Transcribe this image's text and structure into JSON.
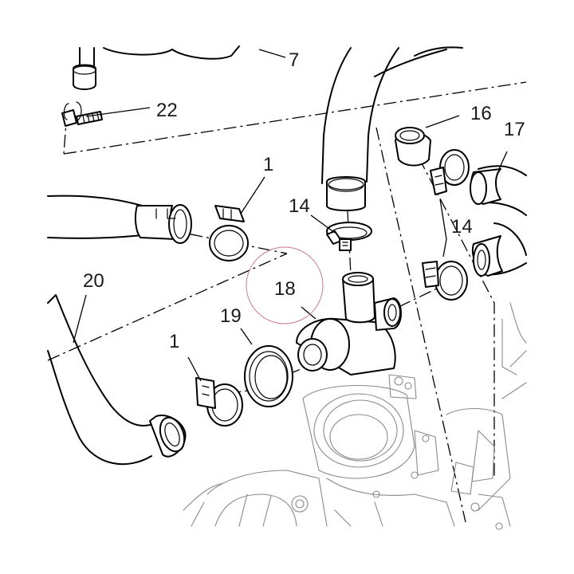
{
  "diagram": {
    "callouts": [
      {
        "id": "c7",
        "label": "7"
      },
      {
        "id": "c22",
        "label": "22"
      },
      {
        "id": "c16",
        "label": "16"
      },
      {
        "id": "c17",
        "label": "17"
      },
      {
        "id": "c1a",
        "label": "1"
      },
      {
        "id": "c14a",
        "label": "14"
      },
      {
        "id": "c14b",
        "label": "14"
      },
      {
        "id": "c20",
        "label": "20"
      },
      {
        "id": "c18",
        "label": "18"
      },
      {
        "id": "c19",
        "label": "19"
      },
      {
        "id": "c1b",
        "label": "1"
      }
    ],
    "highlight_color": "#c97a8a"
  }
}
